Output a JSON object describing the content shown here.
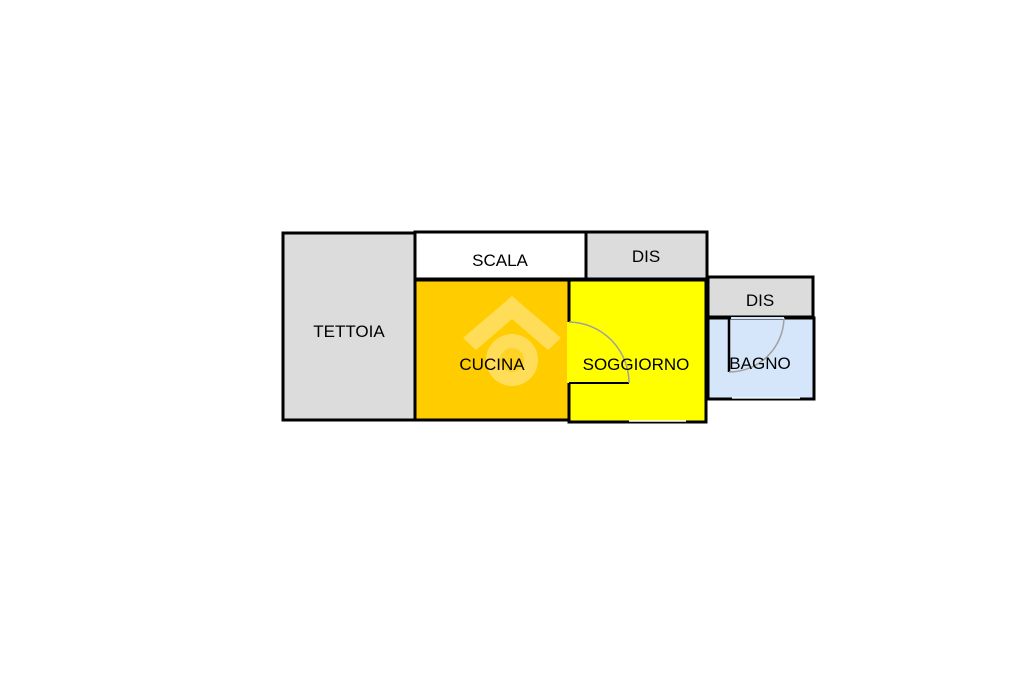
{
  "floor_plan": {
    "rooms": [
      {
        "id": "tettoia",
        "label": "TETTOIA",
        "fill": "#dcdcdc"
      },
      {
        "id": "scala",
        "label": "SCALA",
        "fill": "#ffffff"
      },
      {
        "id": "dis-top",
        "label": "DIS",
        "fill": "#dcdcdc"
      },
      {
        "id": "cucina",
        "label": "CUCINA",
        "fill": "#ffcc00"
      },
      {
        "id": "soggiorno",
        "label": "SOGGIORNO",
        "fill": "#ffff00"
      },
      {
        "id": "dis-right",
        "label": "DIS",
        "fill": "#dcdcdc"
      },
      {
        "id": "bagno",
        "label": "BAGNO",
        "fill": "#d6e6fa"
      }
    ],
    "colors": {
      "wall": "#000000",
      "door_arc": "#a0a0a0",
      "watermark": "#ffffff"
    },
    "watermark_icon": "house-logo-icon"
  }
}
